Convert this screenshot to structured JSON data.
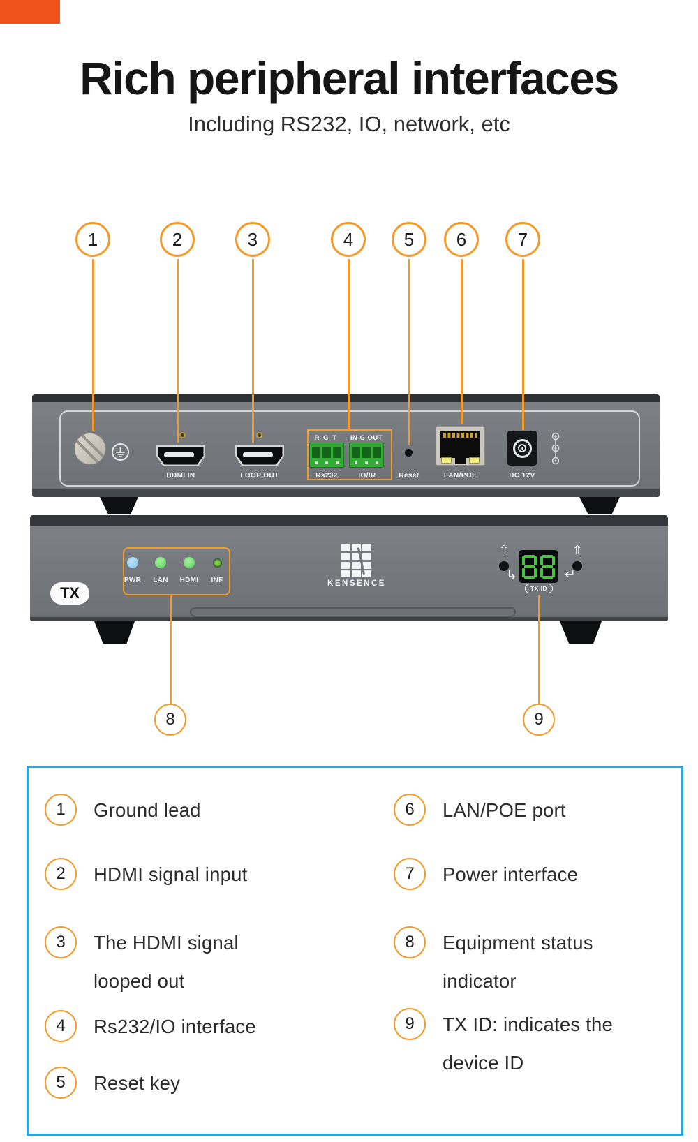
{
  "accent": {
    "orange": "#F39A2B",
    "blue": "#2BA7E0",
    "corner": "#F0521E"
  },
  "header": {
    "title": "Rich peripheral interfaces",
    "subtitle": "Including RS232, IO, network, etc"
  },
  "callouts": {
    "numbers": [
      "1",
      "2",
      "3",
      "4",
      "5",
      "6",
      "7",
      "8",
      "9"
    ]
  },
  "rear_panel": {
    "labels": {
      "hdmi_in": "HDMI IN",
      "loop_out": "LOOP OUT",
      "rs232": "Rs232",
      "io_ir": "IO/IR",
      "reset": "Reset",
      "lan_poe": "LAN/POE",
      "dc_12v": "DC 12V"
    },
    "terminal_headers": {
      "rgt": "R G T",
      "in_g_out": "IN G OUT"
    }
  },
  "front_panel": {
    "tx_badge": "TX",
    "led_labels": [
      "PWR",
      "LAN",
      "HDMI",
      "INF"
    ],
    "brand": "KENSENCE",
    "display_digits": "88",
    "tx_id_tag": "TX ID",
    "icons": {
      "up_arrow": "⇧",
      "corner_arrow": "↳",
      "enter_arrow": "↵"
    }
  },
  "legend": {
    "left": [
      {
        "num": "1",
        "text": "Ground lead"
      },
      {
        "num": "2",
        "text": "HDMI signal input"
      },
      {
        "num": "3",
        "text": "The HDMI signal looped out"
      },
      {
        "num": "4",
        "text": "Rs232/IO interface"
      },
      {
        "num": "5",
        "text": "Reset key"
      }
    ],
    "right": [
      {
        "num": "6",
        "text": "LAN/POE port"
      },
      {
        "num": "7",
        "text": "Power interface"
      },
      {
        "num": "8",
        "text": "Equipment status indicator"
      },
      {
        "num": "9",
        "text": "TX ID: indicates the device ID"
      }
    ]
  }
}
